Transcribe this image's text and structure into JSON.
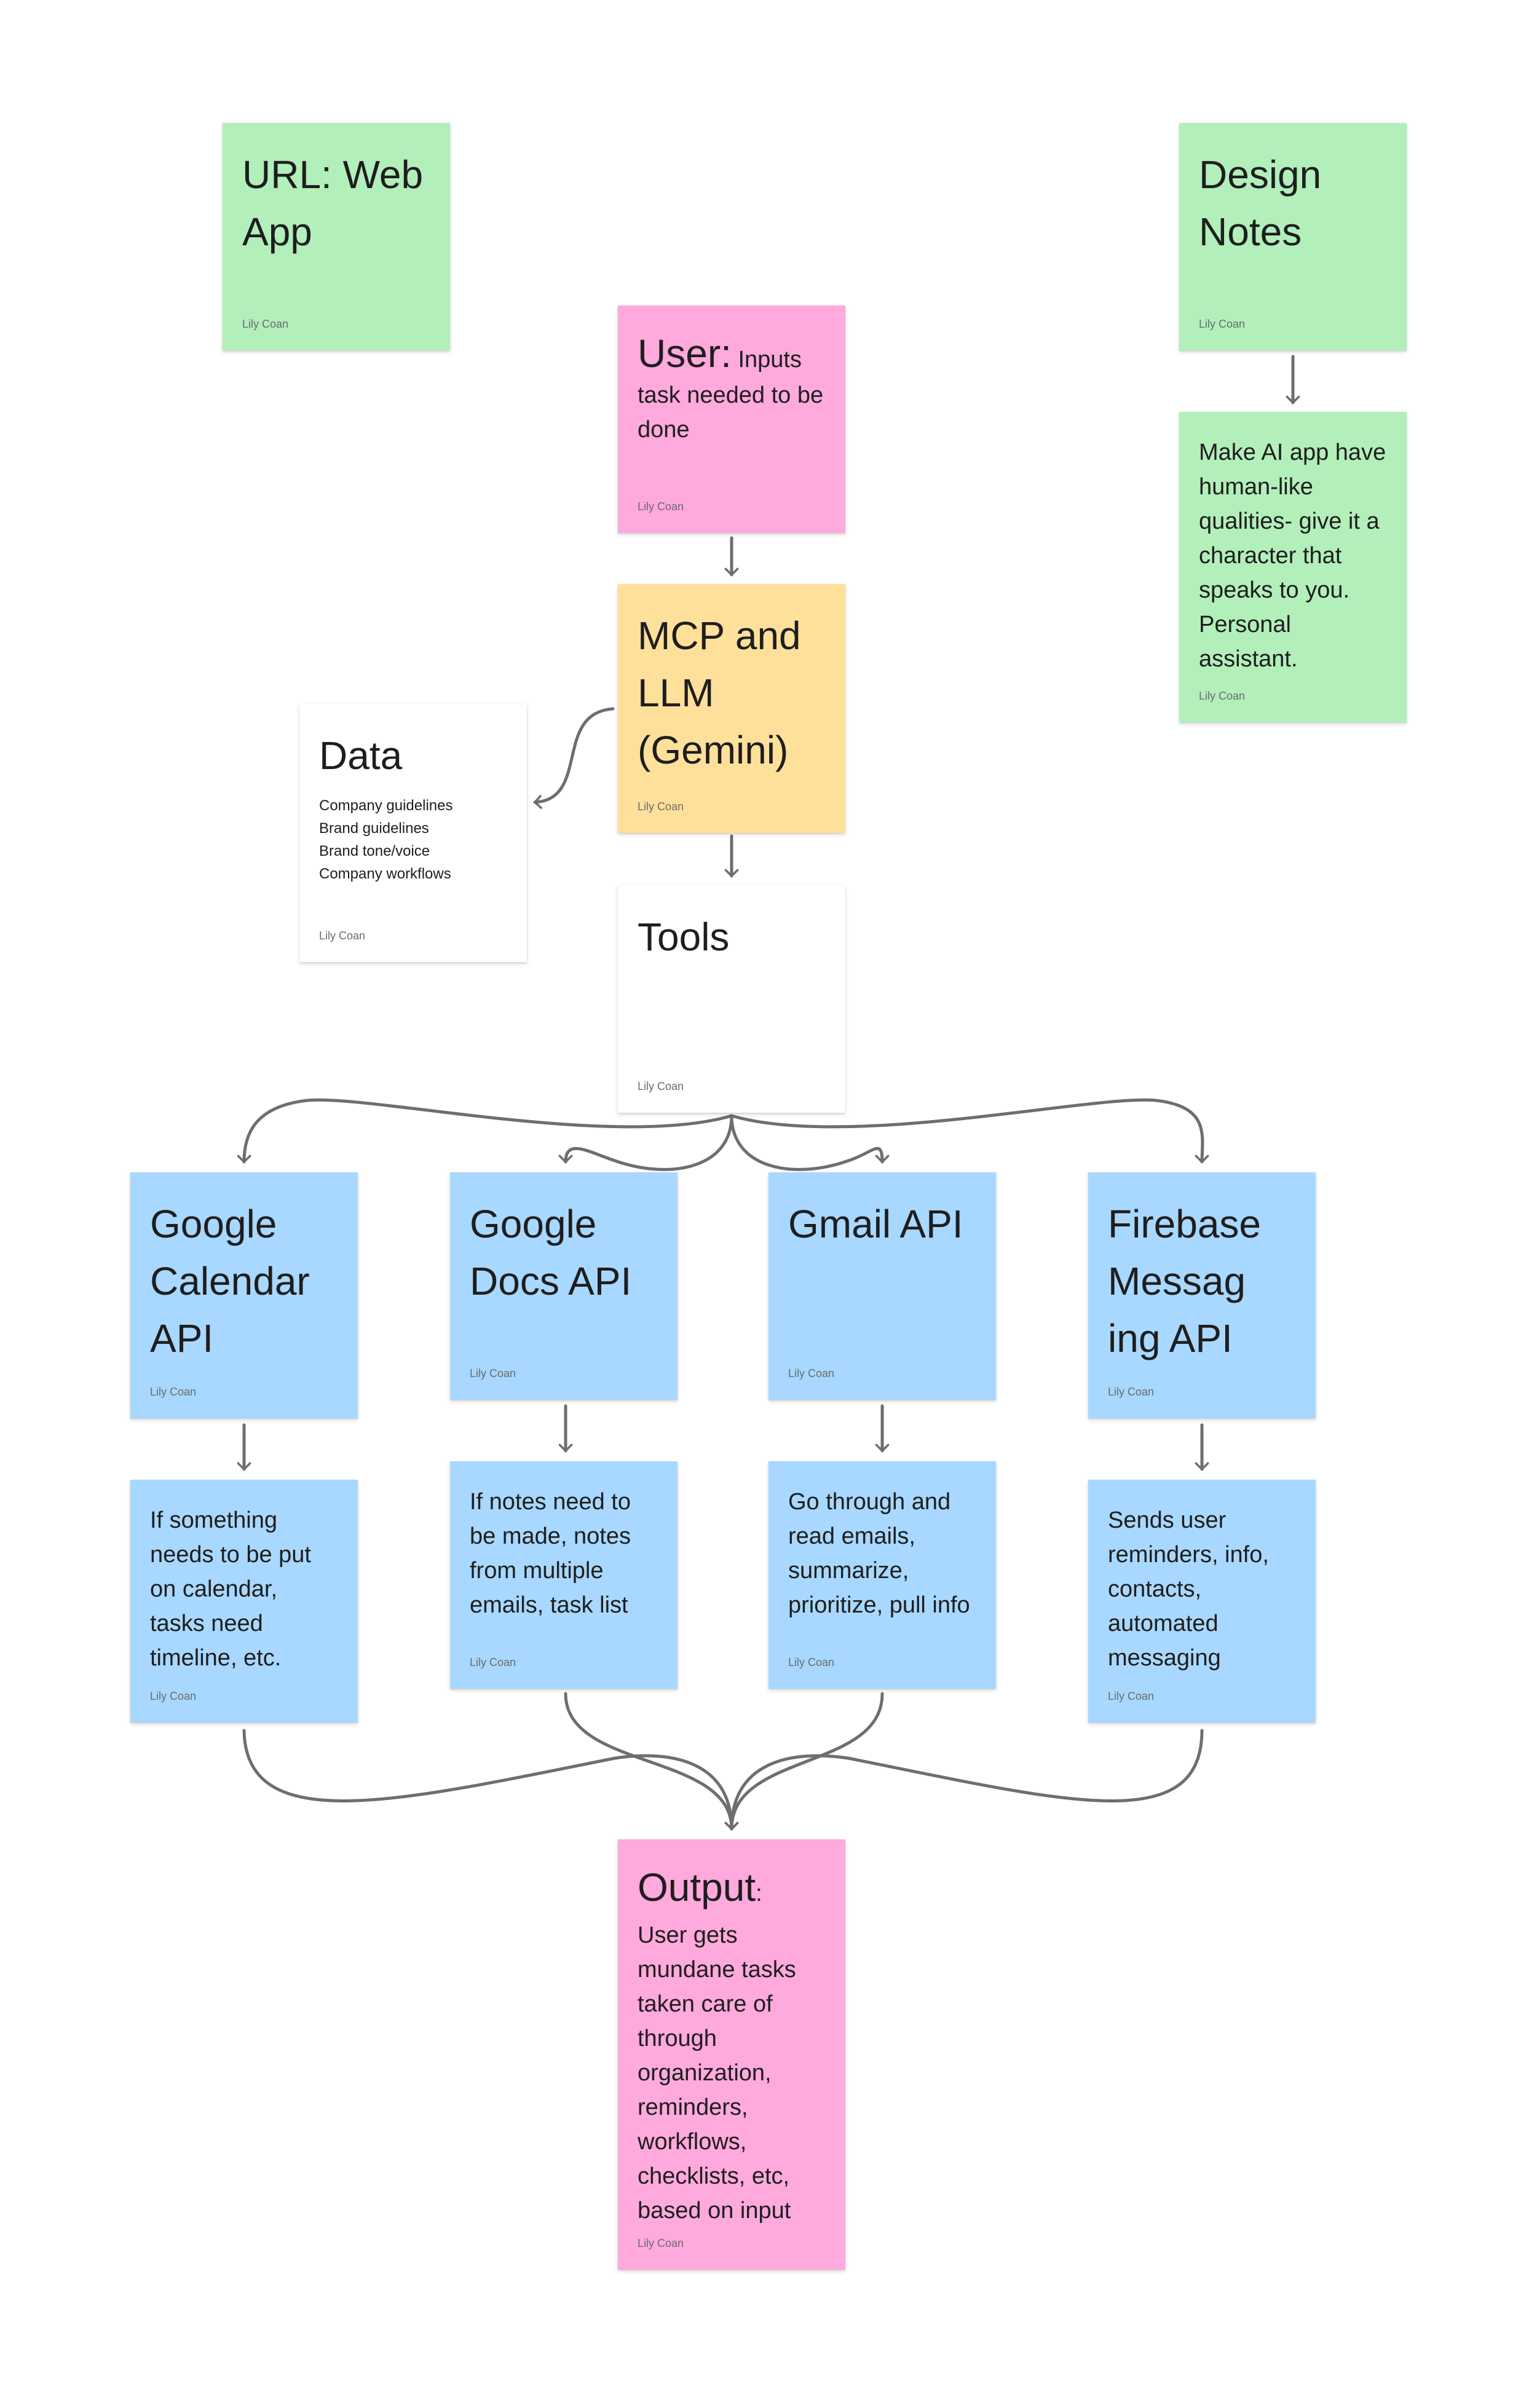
{
  "author": "Lily Coan",
  "colors": {
    "green": "#b2efbb",
    "pink": "#ffa9dc",
    "yellow": "#ffe09a",
    "blue": "#a8d8ff",
    "white": "#ffffff",
    "connector": "#6e6e6e"
  },
  "notes": {
    "url": {
      "title": "URL: Web App"
    },
    "design_notes": {
      "title": "Design Notes"
    },
    "design_detail": {
      "body": "Make AI app have human-like qualities- give it a character that speaks to you. Personal assistant."
    },
    "user": {
      "title": "User:",
      "body": " Inputs task needed to be done"
    },
    "mcp": {
      "title": "MCP and LLM (Gemini)"
    },
    "data": {
      "title": "Data",
      "items": [
        "Company guidelines",
        "Brand guidelines",
        "Brand tone/voice",
        "Company workflows"
      ]
    },
    "tools": {
      "title": "Tools"
    },
    "calendar": {
      "title": "Google Calendar API"
    },
    "docs": {
      "title": "Google Docs API"
    },
    "gmail": {
      "title": "Gmail API"
    },
    "firebase": {
      "title": "Firebase Messag ing API"
    },
    "calendar_detail": {
      "body": "If something needs to be put on calendar, tasks need timeline, etc."
    },
    "docs_detail": {
      "body": "If notes need to be made, notes from multiple emails, task list"
    },
    "gmail_detail": {
      "body": "Go through and read emails, summarize, prioritize, pull info"
    },
    "firebase_detail": {
      "body": "Sends user reminders, info, contacts, automated messaging"
    },
    "output": {
      "title": "Output",
      "title_suffix": ":",
      "body": "User gets mundane tasks taken care of through organization, reminders, workflows, checklists, etc, based on input"
    }
  }
}
